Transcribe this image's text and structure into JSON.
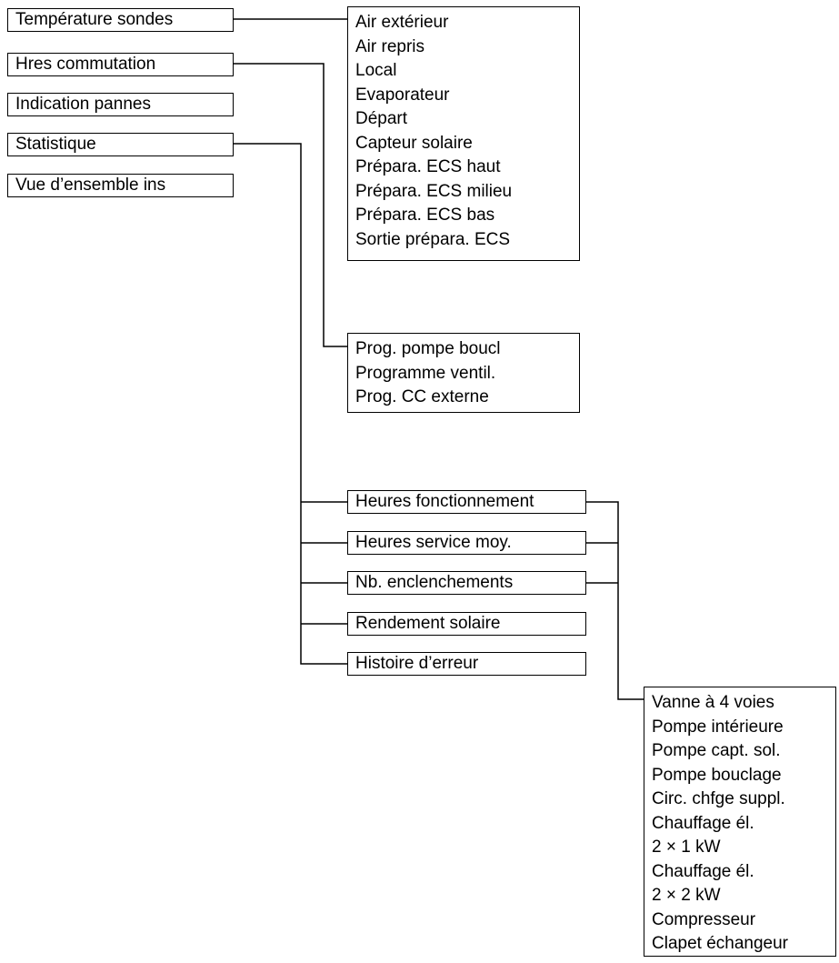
{
  "main_menu": {
    "items": [
      "Température sondes",
      "Hres commutation",
      "Indication pannes",
      "Statistique",
      "Vue d’ensemble ins"
    ]
  },
  "sensor_list": {
    "items": [
      "Air extérieur",
      "Air repris",
      "Local",
      "Evaporateur",
      "Départ",
      "Capteur solaire",
      "Prépara. ECS haut",
      "Prépara. ECS milieu",
      "Prépara. ECS bas",
      "Sortie prépara. ECS"
    ]
  },
  "switching_list": {
    "items": [
      "Prog. pompe boucl",
      "Programme ventil.",
      "Prog. CC externe"
    ]
  },
  "statistics_menu": {
    "items": [
      "Heures fonctionnement",
      "Heures service moy.",
      "Nb. enclenchements",
      "Rendement solaire",
      "Histoire d’erreur"
    ]
  },
  "component_list": {
    "items": [
      "Vanne à 4 voies",
      "Pompe intérieure",
      "Pompe capt. sol.",
      "Pompe bouclage",
      "Circ. chfge suppl.",
      "Chauffage él.",
      "2 × 1 kW",
      "Chauffage él.",
      "2 × 2 kW",
      "Compresseur",
      "Clapet échangeur"
    ]
  }
}
